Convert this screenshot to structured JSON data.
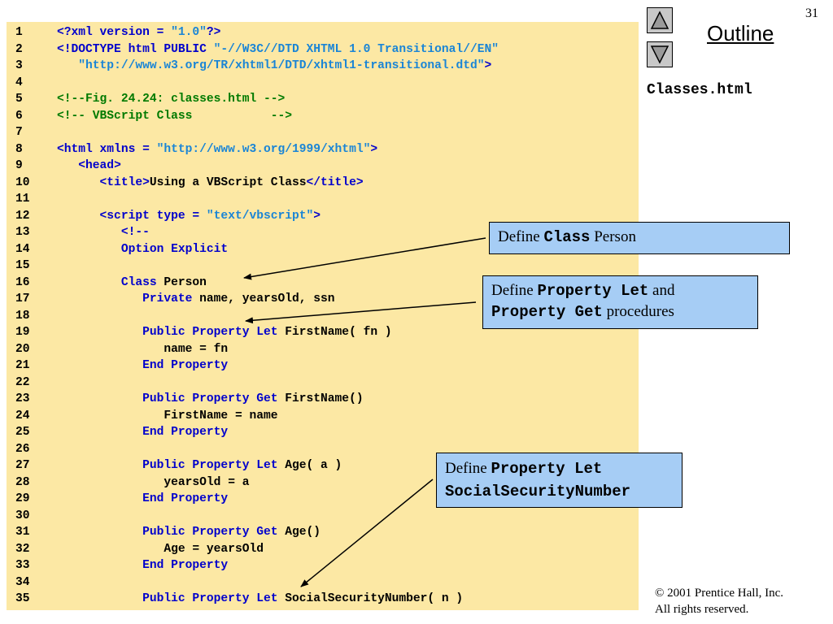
{
  "slide": {
    "page_number": "31",
    "outline_label": "Outline",
    "filename": "Classes.html",
    "copyright_line1": "© 2001 Prentice Hall, Inc.",
    "copyright_line2": "All rights reserved."
  },
  "callouts": {
    "c1": {
      "prefix": "Define ",
      "code": "Class",
      "suffix": " Person"
    },
    "c2": {
      "prefix": "Define ",
      "code1": "Property Let",
      "mid": " and",
      "code2": "Property Get",
      "suffix": " procedures"
    },
    "c3": {
      "prefix": "Define ",
      "code1": "Property Let",
      "code2": "SocialSecurityNumber"
    }
  },
  "code_lines": [
    {
      "n": "1",
      "indent": 0,
      "tokens": [
        {
          "t": "tag",
          "v": "<?xml version = "
        },
        {
          "t": "str",
          "v": "\"1.0\""
        },
        {
          "t": "tag",
          "v": "?>"
        }
      ]
    },
    {
      "n": "2",
      "indent": 0,
      "tokens": [
        {
          "t": "tag",
          "v": "<!DOCTYPE html PUBLIC "
        },
        {
          "t": "str",
          "v": "\"-//W3C//DTD XHTML 1.0 Transitional//EN\""
        }
      ]
    },
    {
      "n": "3",
      "indent": 3,
      "tokens": [
        {
          "t": "str",
          "v": "\"http://www.w3.org/TR/xhtml1/DTD/xhtml1-transitional.dtd\""
        },
        {
          "t": "tag",
          "v": ">"
        }
      ]
    },
    {
      "n": "4",
      "indent": 0,
      "tokens": []
    },
    {
      "n": "5",
      "indent": 0,
      "tokens": [
        {
          "t": "cmt",
          "v": "<!--Fig. 24.24: classes.html -->"
        }
      ]
    },
    {
      "n": "6",
      "indent": 0,
      "tokens": [
        {
          "t": "cmt",
          "v": "<!-- VBScript Class           -->"
        }
      ]
    },
    {
      "n": "7",
      "indent": 0,
      "tokens": []
    },
    {
      "n": "8",
      "indent": 0,
      "tokens": [
        {
          "t": "tag",
          "v": "<html xmlns = "
        },
        {
          "t": "str",
          "v": "\"http://www.w3.org/1999/xhtml\""
        },
        {
          "t": "tag",
          "v": ">"
        }
      ]
    },
    {
      "n": "9",
      "indent": 3,
      "tokens": [
        {
          "t": "tag",
          "v": "<head>"
        }
      ]
    },
    {
      "n": "10",
      "indent": 6,
      "tokens": [
        {
          "t": "tag",
          "v": "<title>"
        },
        {
          "t": "txt",
          "v": "Using a VBScript Class"
        },
        {
          "t": "tag",
          "v": "</title>"
        }
      ]
    },
    {
      "n": "11",
      "indent": 0,
      "tokens": []
    },
    {
      "n": "12",
      "indent": 6,
      "tokens": [
        {
          "t": "tag",
          "v": "<script type = "
        },
        {
          "t": "str",
          "v": "\"text/vbscript\""
        },
        {
          "t": "tag",
          "v": ">"
        }
      ]
    },
    {
      "n": "13",
      "indent": 9,
      "tokens": [
        {
          "t": "tag",
          "v": "<!--"
        }
      ]
    },
    {
      "n": "14",
      "indent": 9,
      "tokens": [
        {
          "t": "kw",
          "v": "Option Explicit"
        }
      ]
    },
    {
      "n": "15",
      "indent": 0,
      "tokens": []
    },
    {
      "n": "16",
      "indent": 9,
      "tokens": [
        {
          "t": "kw",
          "v": "Class "
        },
        {
          "t": "txt",
          "v": "Person"
        }
      ]
    },
    {
      "n": "17",
      "indent": 12,
      "tokens": [
        {
          "t": "kw",
          "v": "Private "
        },
        {
          "t": "txt",
          "v": "name, yearsOld, ssn"
        }
      ]
    },
    {
      "n": "18",
      "indent": 0,
      "tokens": []
    },
    {
      "n": "19",
      "indent": 12,
      "tokens": [
        {
          "t": "kw",
          "v": "Public Property Let "
        },
        {
          "t": "txt",
          "v": "FirstName( fn )"
        }
      ]
    },
    {
      "n": "20",
      "indent": 15,
      "tokens": [
        {
          "t": "txt",
          "v": "name = fn"
        }
      ]
    },
    {
      "n": "21",
      "indent": 12,
      "tokens": [
        {
          "t": "kw",
          "v": "End Property"
        }
      ]
    },
    {
      "n": "22",
      "indent": 0,
      "tokens": []
    },
    {
      "n": "23",
      "indent": 12,
      "tokens": [
        {
          "t": "kw",
          "v": "Public Property Get "
        },
        {
          "t": "txt",
          "v": "FirstName()"
        }
      ]
    },
    {
      "n": "24",
      "indent": 15,
      "tokens": [
        {
          "t": "txt",
          "v": "FirstName = name"
        }
      ]
    },
    {
      "n": "25",
      "indent": 12,
      "tokens": [
        {
          "t": "kw",
          "v": "End Property"
        }
      ]
    },
    {
      "n": "26",
      "indent": 0,
      "tokens": []
    },
    {
      "n": "27",
      "indent": 12,
      "tokens": [
        {
          "t": "kw",
          "v": "Public Property Let "
        },
        {
          "t": "txt",
          "v": "Age( a )"
        }
      ]
    },
    {
      "n": "28",
      "indent": 15,
      "tokens": [
        {
          "t": "txt",
          "v": "yearsOld = a"
        }
      ]
    },
    {
      "n": "29",
      "indent": 12,
      "tokens": [
        {
          "t": "kw",
          "v": "End Property"
        }
      ]
    },
    {
      "n": "30",
      "indent": 0,
      "tokens": []
    },
    {
      "n": "31",
      "indent": 12,
      "tokens": [
        {
          "t": "kw",
          "v": "Public Property Get "
        },
        {
          "t": "txt",
          "v": "Age()"
        }
      ]
    },
    {
      "n": "32",
      "indent": 15,
      "tokens": [
        {
          "t": "txt",
          "v": "Age = yearsOld"
        }
      ]
    },
    {
      "n": "33",
      "indent": 12,
      "tokens": [
        {
          "t": "kw",
          "v": "End Property"
        }
      ]
    },
    {
      "n": "34",
      "indent": 0,
      "tokens": []
    },
    {
      "n": "35",
      "indent": 12,
      "tokens": [
        {
          "t": "kw",
          "v": "Public Property Let "
        },
        {
          "t": "txt",
          "v": "SocialSecurityNumber( n )"
        }
      ]
    }
  ],
  "colors": {
    "code_background": "#fce8a4",
    "callout_background": "#a6cdf5",
    "markup": "#0000cc",
    "string": "#1a85d6",
    "comment": "#007a00",
    "nav_button": "#c8c8c8"
  },
  "icons": [
    "triangle-up-icon",
    "triangle-down-icon"
  ]
}
